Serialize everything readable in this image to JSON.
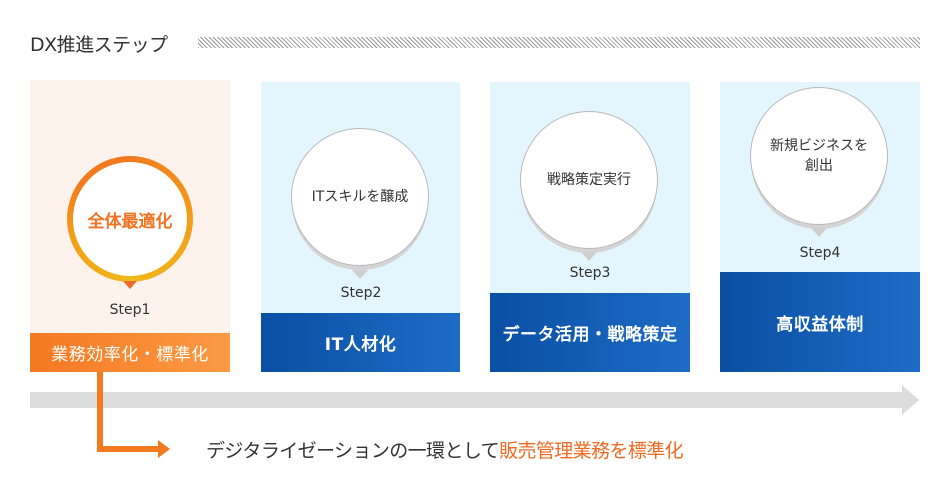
{
  "header": {
    "title": "DX推進ステップ"
  },
  "steps": [
    {
      "step_label": "Step1",
      "bubble_text": "全体最適化",
      "bar_label": "業務効率化・標準化",
      "highlighted": true
    },
    {
      "step_label": "Step2",
      "bubble_text": "ITスキルを醸成",
      "bar_label": "IT人材化",
      "highlighted": false
    },
    {
      "step_label": "Step3",
      "bubble_text": "戦略策定実行",
      "bar_label": "データ活用・戦略策定",
      "highlighted": false
    },
    {
      "step_label": "Step4",
      "bubble_text_line1": "新規ビジネスを",
      "bubble_text_line2": "創出",
      "bar_label": "高収益体制",
      "highlighted": false
    }
  ],
  "note": {
    "prefix": "デジタライゼーションの一環として",
    "highlight": "販売管理業務を標準化"
  },
  "colors": {
    "accent_orange": "#F37A1F",
    "highlight_text": "#F26A22",
    "step_blue": "#0A4FA4",
    "peach_bg": "#FDF3EC",
    "light_blue_bg": "#E3F6FD",
    "timeline_gray": "#DCDCDC"
  }
}
